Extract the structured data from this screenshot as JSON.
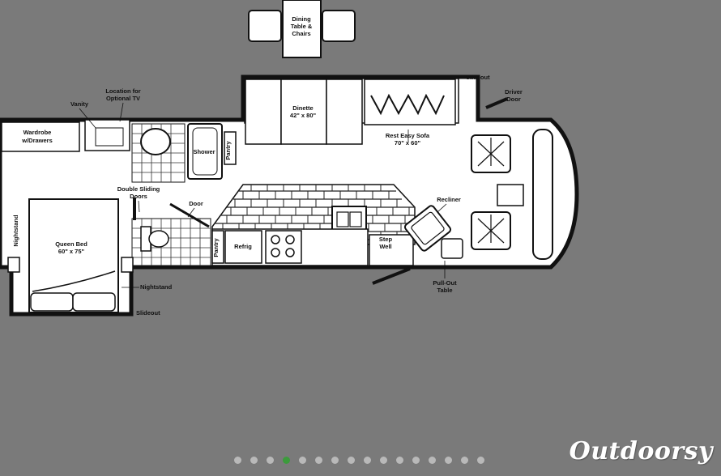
{
  "floorplan": {
    "labels": {
      "dining_table": [
        "Dining",
        "Table &",
        "Chairs"
      ],
      "slideout_top": "Slideout",
      "slideout_bottom": "Slideout",
      "driver_door": [
        "Driver",
        "Door"
      ],
      "location_tv": [
        "Location for",
        "Optional TV"
      ],
      "vanity": "Vanity",
      "wardrobe": [
        "Wardrobe",
        "w/Drawers"
      ],
      "dinette": [
        "Dinette",
        "42\" x 80\""
      ],
      "rest_easy_sofa": [
        "Rest Easy Sofa",
        "70\" x 60\""
      ],
      "shower": "Shower",
      "pantry_top": "Pantry",
      "pantry_bottom": "Pantry",
      "double_sliding_doors": [
        "Double Sliding",
        "Doors"
      ],
      "door": "Door",
      "recliner": "Recliner",
      "nightstand_left": "Nightstand",
      "nightstand_right": "Nightstand",
      "queen_bed": [
        "Queen Bed",
        "60\" x 75\""
      ],
      "refrig": "Refrig",
      "step_well": [
        "Step",
        "Well"
      ],
      "pullout_table": [
        "Pull-Out",
        "Table"
      ]
    }
  },
  "carousel": {
    "total": 16,
    "active_index": 3
  },
  "brand": {
    "name": "Outdoorsy"
  }
}
